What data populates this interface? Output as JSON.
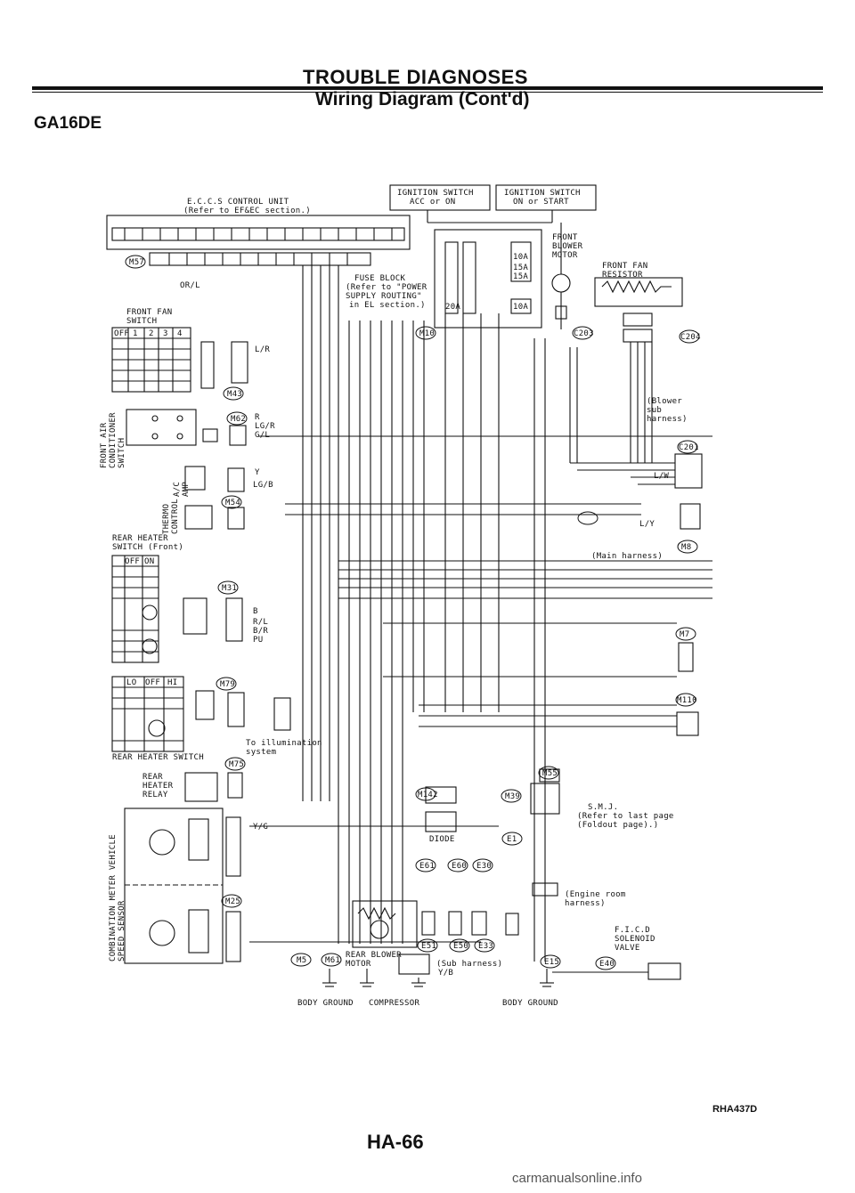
{
  "header": {
    "title": "TROUBLE DIAGNOSES",
    "subtitle": "Wiring Diagram (Cont'd)",
    "engine": "GA16DE"
  },
  "components": {
    "ecu": "E.C.C.S CONTROL UNIT",
    "ecu_ref": "(Refer to EF&EC section.)",
    "ign_acc": "IGNITION SWITCH",
    "ign_acc_pos": "ACC or ON",
    "ign_start": "IGNITION SWITCH",
    "ign_start_pos": "ON or START",
    "fuse_block": "FUSE BLOCK",
    "fuse_ref_1": "(Refer to \"POWER",
    "fuse_ref_2": "SUPPLY ROUTING\"",
    "fuse_ref_3": "in EL section.)",
    "front_blower": "FRONT BLOWER MOTOR",
    "front_fan_res": "FRONT FAN RESISTOR",
    "front_fan_sw": "FRONT FAN SWITCH",
    "ac_switch": "FRONT AIR CONDITIONER SWITCH",
    "ac_amp": "A/C AMP",
    "thermo": "THERMO CONTROL",
    "rear_heater_front": "REAR HEATER SWITCH (Front)",
    "rear_heater_sw": "REAR HEATER SWITCH",
    "rear_heater_relay": "REAR HEATER RELAY",
    "illum": "To illumination system",
    "combo_meter": "COMBINATION METER VEHICLE SPEED SENSOR",
    "diode": "DIODE",
    "rear_blower": "REAR BLOWER MOTOR",
    "sub_harness": "(Sub harness)",
    "blower_sub": "(Blower sub harness)",
    "main_harness": "(Main harness)",
    "engine_room": "(Engine room harness)",
    "smj": "S.M.J.",
    "smj_ref": "(Refer to last page (Foldout page).)",
    "fic": "F.I.C.D SOLENOID VALVE",
    "body_ground": "BODY GROUND",
    "compressor": "COMPRESSOR",
    "body_ground2": "BODY GROUND"
  },
  "connectors": {
    "m57": "M57",
    "m10": "M10",
    "m43": "M43",
    "m62": "M62",
    "m54": "M54",
    "m31": "M31",
    "m79": "M79",
    "m75": "M75",
    "m25": "M25",
    "m142": "M142",
    "m39": "M39",
    "m7": "M7",
    "m110": "M110",
    "m8": "M8",
    "c201": "C201",
    "c203": "C203",
    "c204": "C204",
    "e1": "E1",
    "e60": "E60",
    "e61": "E61",
    "e30": "E30",
    "e40": "E40",
    "e51": "E51",
    "e50": "E50",
    "e33": "E33",
    "e15": "E15",
    "m5": "M5",
    "m61": "M61",
    "m55": "M55",
    "e50b": "E50"
  },
  "fuses": [
    "10A",
    "15A",
    "15A",
    "10A",
    "20A"
  ],
  "switch_positions": {
    "front_fan": [
      "OFF",
      "1",
      "2",
      "3",
      "4"
    ],
    "rear_heater_front": [
      "OFF",
      "ON"
    ],
    "rear_heater": [
      "LO",
      "OFF",
      "HI"
    ]
  },
  "wire_colors": [
    "L/R",
    "LG/R",
    "G/L",
    "R",
    "Y",
    "B",
    "L/W",
    "L/Y",
    "Y/B",
    "Y/G",
    "OR/L",
    "R/L",
    "PU",
    "B/R",
    "LG/B"
  ],
  "footer": {
    "page": "HA-66",
    "figure": "RHA437D",
    "site": "carmanualsonline.info"
  }
}
